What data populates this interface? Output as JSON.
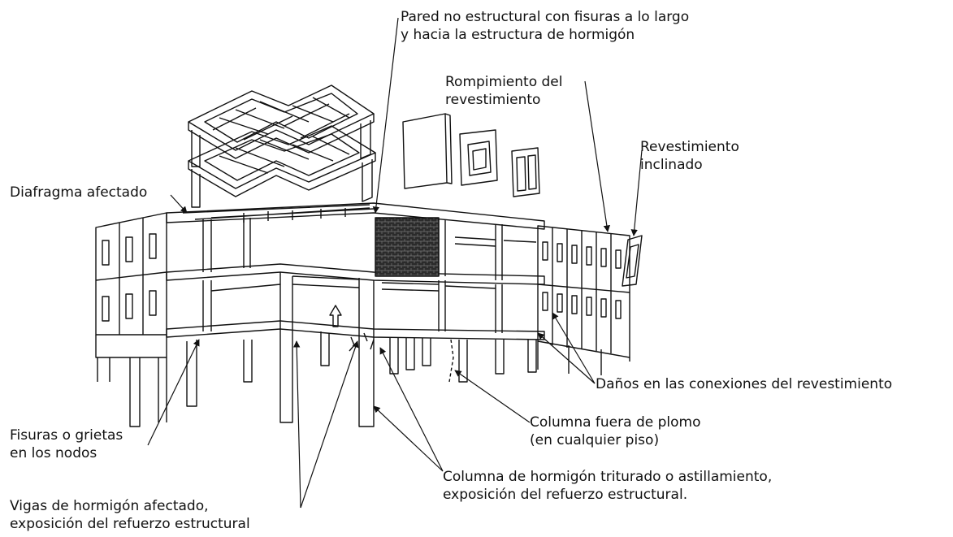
{
  "labels": {
    "pared": {
      "line1": "Pared no estructural con fisuras a lo largo",
      "line2": "y hacia la estructura de hormigón"
    },
    "rompimiento": {
      "line1": "Rompimiento del",
      "line2": "revestimiento"
    },
    "revestimiento_inclinado": {
      "line1": "Revestimiento",
      "line2": "inclinado"
    },
    "diafragma": {
      "line1": "Diafragma afectado"
    },
    "danos": {
      "line1": "Daños en las conexiones del revestimiento"
    },
    "columna_plomo": {
      "line1": "Columna fuera de plomo",
      "line2": "(en cualquier piso)"
    },
    "fisuras": {
      "line1": "Fisuras o grietas",
      "line2": "en los nodos"
    },
    "columna_hormigon": {
      "line1": "Columna de hormigón triturado o astillamiento,",
      "line2": "exposición del refuerzo estructural."
    },
    "vigas": {
      "line1": "Vigas de hormigón afectado,",
      "line2": "exposición del refuerzo estructural"
    }
  },
  "colors": {
    "ink": "#111111",
    "background": "#ffffff",
    "brick": "#2b2b2b"
  }
}
